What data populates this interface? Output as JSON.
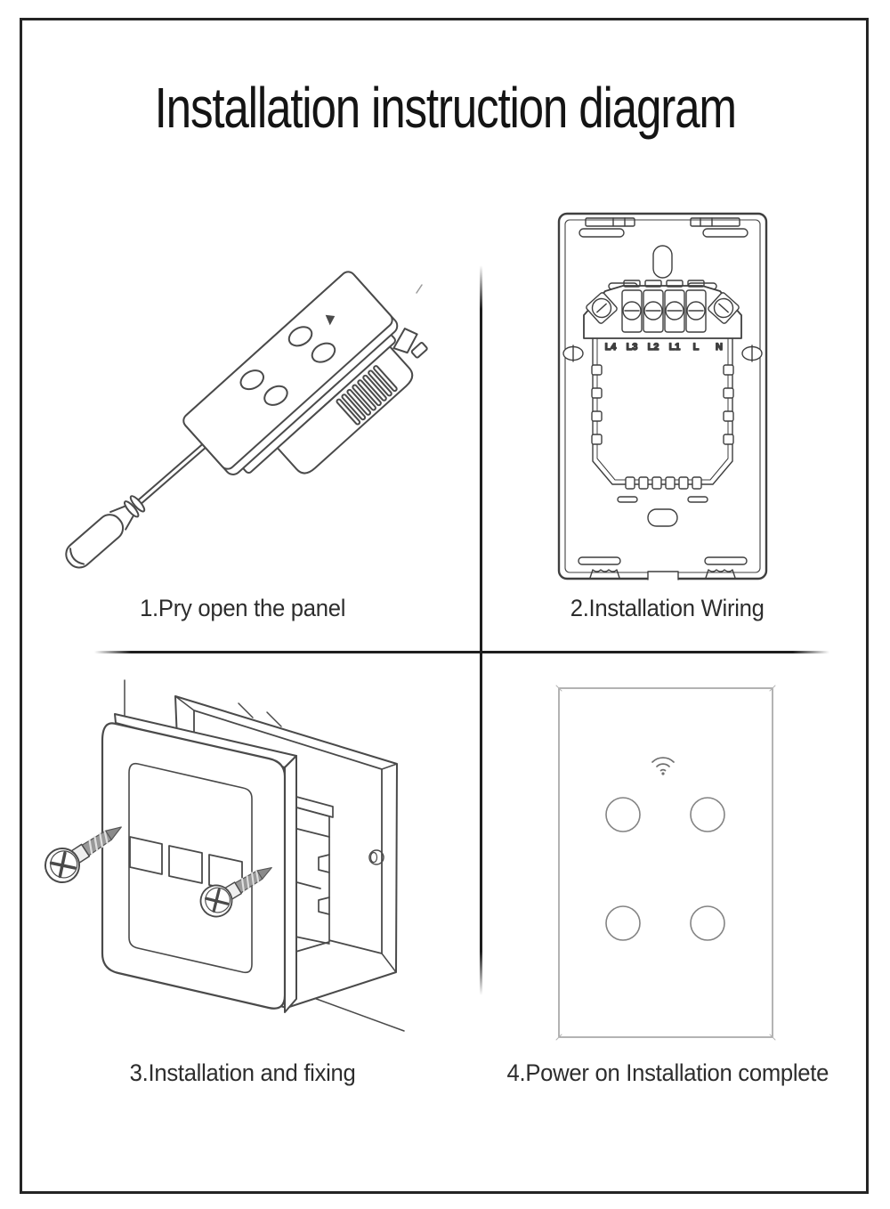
{
  "page": {
    "title": "Installation instruction diagram"
  },
  "steps": [
    {
      "caption": "1.Pry open the panel"
    },
    {
      "caption": "2.Installation Wiring"
    },
    {
      "caption": "3.Installation and fixing"
    },
    {
      "caption": "4.Power on Installation complete"
    }
  ],
  "wiring_terminals": [
    "L4",
    "L3",
    "L2",
    "L1",
    "L",
    "N"
  ],
  "front_panel": {
    "touch_buttons": 4,
    "indicator": "wifi"
  },
  "colors": {
    "ink": "#4a4a4a",
    "frame": "#242424",
    "screw_gray": "#999999",
    "plate_border": "#9a9a9a"
  }
}
